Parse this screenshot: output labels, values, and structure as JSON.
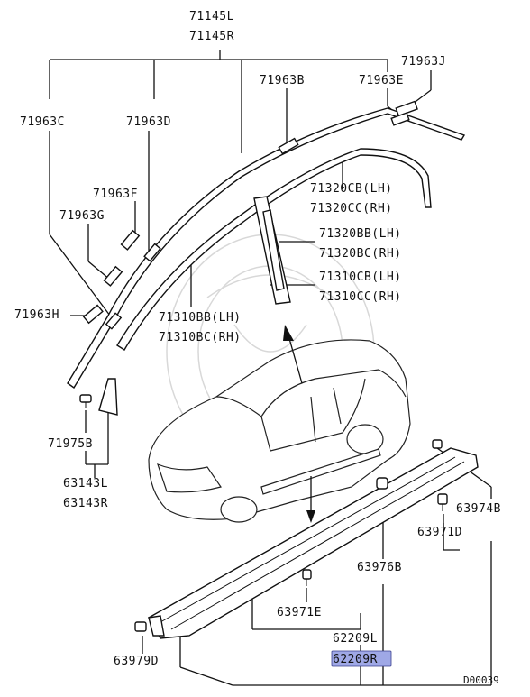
{
  "labels": {
    "p71145L": "71145L",
    "p71145R": "71145R",
    "p71963J": "71963J",
    "p71963B": "71963B",
    "p71963E": "71963E",
    "p71963C": "71963C",
    "p71963D": "71963D",
    "p71963F": "71963F",
    "p71963G": "71963G",
    "p71963H": "71963H",
    "p71320CB": "71320CB(LH)",
    "p71320CC": "71320CC(RH)",
    "p71320BB": "71320BB(LH)",
    "p71320BC": "71320BC(RH)",
    "p71310CB": "71310CB(LH)",
    "p71310CC": "71310CC(RH)",
    "p71310BB": "71310BB(LH)",
    "p71310BC": "71310BC(RH)",
    "p71975B": "71975B",
    "p63143L": "63143L",
    "p63143R": "63143R",
    "p63974B": "63974B",
    "p63971D": "63971D",
    "p63976B": "63976B",
    "p63971E": "63971E",
    "p62209L": "62209L",
    "p62209R": "62209R",
    "p63979D": "63979D"
  },
  "highlight": {
    "part": "62209R",
    "color": "#9fa8e6"
  },
  "diagram_code": "D00039"
}
